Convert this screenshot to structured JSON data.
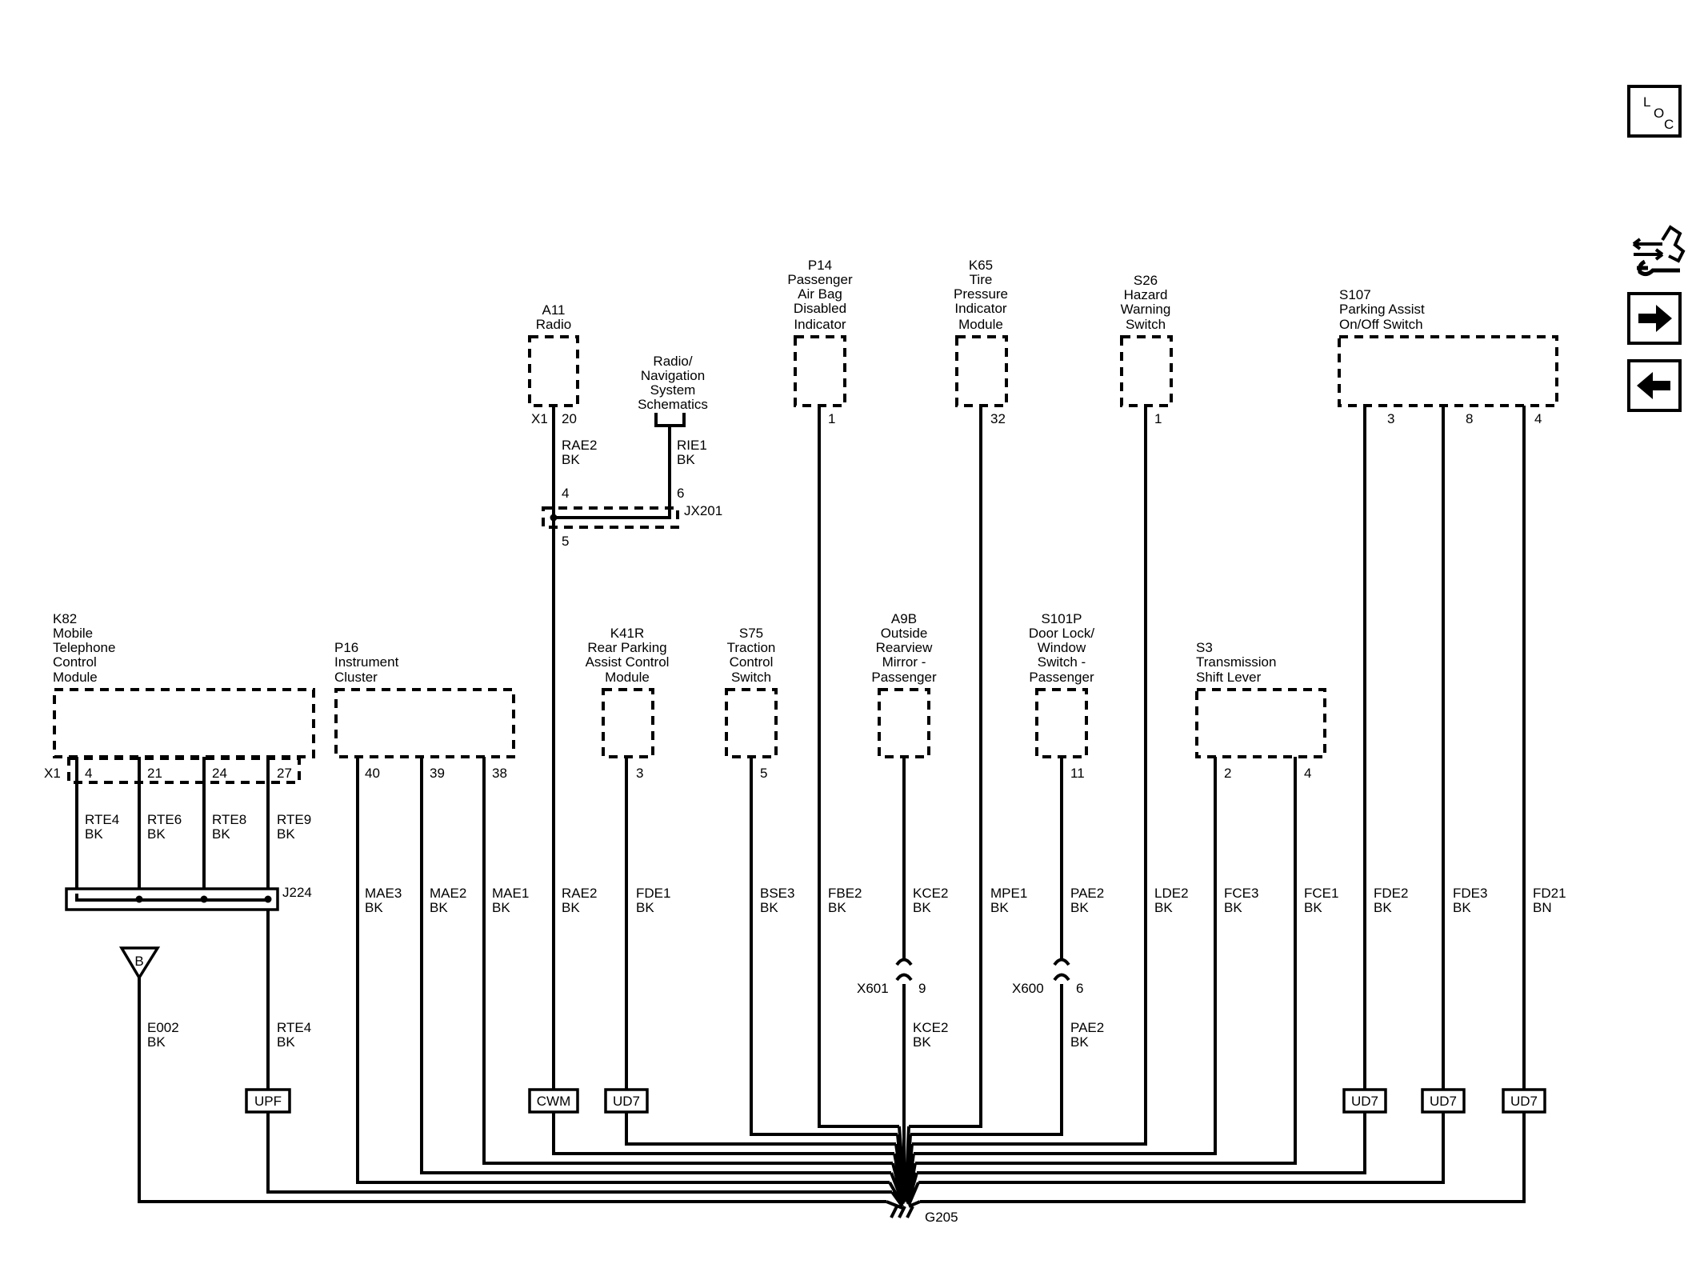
{
  "components": {
    "a11": [
      "A11",
      "Radio"
    ],
    "radio_nav": [
      "Radio/",
      "Navigation",
      "System",
      "Schematics"
    ],
    "p14": [
      "P14",
      "Passenger",
      "Air Bag",
      "Disabled",
      "Indicator"
    ],
    "k65": [
      "K65",
      "Tire",
      "Pressure",
      "Indicator",
      "Module"
    ],
    "s26": [
      "S26",
      "Hazard",
      "Warning",
      "Switch"
    ],
    "s107": [
      "S107",
      "Parking Assist",
      "On/Off Switch"
    ],
    "k82": [
      "K82",
      "Mobile",
      "Telephone",
      "Control",
      "Module"
    ],
    "p16": [
      "P16",
      "Instrument",
      "Cluster"
    ],
    "k41r": [
      "K41R",
      "Rear Parking",
      "Assist Control",
      "Module"
    ],
    "s75": [
      "S75",
      "Traction",
      "Control",
      "Switch"
    ],
    "a9b": [
      "A9B",
      "Outside",
      "Rearview",
      "Mirror -",
      "Passenger"
    ],
    "s101p": [
      "S101P",
      "Door Lock/",
      "Window",
      "Switch -",
      "Passenger"
    ],
    "s3": [
      "S3",
      "Transmission",
      "Shift Lever"
    ]
  },
  "connectors": {
    "a11_conn": "X1",
    "k82_conn": "X1",
    "jx201": "JX201",
    "j224": "J224",
    "x601": "X601",
    "x600": "X600",
    "ground": "G205",
    "ground_ref": "B"
  },
  "pins": {
    "a11": "20",
    "p14": "1",
    "k65": "32",
    "s26": "1",
    "s107_a": "3",
    "s107_b": "8",
    "s107_c": "4",
    "jx201_in_a": "4",
    "jx201_in_b": "6",
    "jx201_out": "5",
    "k82_a": "4",
    "k82_b": "21",
    "k82_c": "24",
    "k82_d": "27",
    "p16_a": "40",
    "p16_b": "39",
    "p16_c": "38",
    "k41r": "3",
    "s75": "5",
    "s101p": "11",
    "s3_a": "2",
    "s3_b": "4",
    "x601": "9",
    "x600": "6"
  },
  "wires": {
    "rae2_top": [
      "RAE2",
      "BK"
    ],
    "rie1": [
      "RIE1",
      "BK"
    ],
    "rte4": [
      "RTE4",
      "BK"
    ],
    "rte6": [
      "RTE6",
      "BK"
    ],
    "rte8": [
      "RTE8",
      "BK"
    ],
    "rte9": [
      "RTE9",
      "BK"
    ],
    "mae3": [
      "MAE3",
      "BK"
    ],
    "mae2": [
      "MAE2",
      "BK"
    ],
    "mae1": [
      "MAE1",
      "BK"
    ],
    "rae2_bottom": [
      "RAE2",
      "BK"
    ],
    "fde1": [
      "FDE1",
      "BK"
    ],
    "bse3": [
      "BSE3",
      "BK"
    ],
    "fbe2": [
      "FBE2",
      "BK"
    ],
    "kce2_top": [
      "KCE2",
      "BK"
    ],
    "mpe1": [
      "MPE1",
      "BK"
    ],
    "pae2_top": [
      "PAE2",
      "BK"
    ],
    "lde2": [
      "LDE2",
      "BK"
    ],
    "fce3": [
      "FCE3",
      "BK"
    ],
    "fce1": [
      "FCE1",
      "BK"
    ],
    "fde2": [
      "FDE2",
      "BK"
    ],
    "fde3": [
      "FDE3",
      "BK"
    ],
    "fd21": [
      "FD21",
      "BN"
    ],
    "e002": [
      "E002",
      "BK"
    ],
    "rte4_lower": [
      "RTE4",
      "BK"
    ],
    "kce2_bottom": [
      "KCE2",
      "BK"
    ],
    "pae2_bottom": [
      "PAE2",
      "BK"
    ]
  },
  "location_tags": {
    "upf": "UPF",
    "cwm": "CWM",
    "ud7_a": "UD7",
    "ud7_b": "UD7",
    "ud7_c": "UD7",
    "ud7_d": "UD7"
  },
  "nav": {
    "loc_icon": [
      "L",
      "O",
      "C"
    ],
    "icons": [
      "connector-view-icon",
      "next-page-arrow-icon",
      "previous-page-arrow-icon"
    ]
  }
}
